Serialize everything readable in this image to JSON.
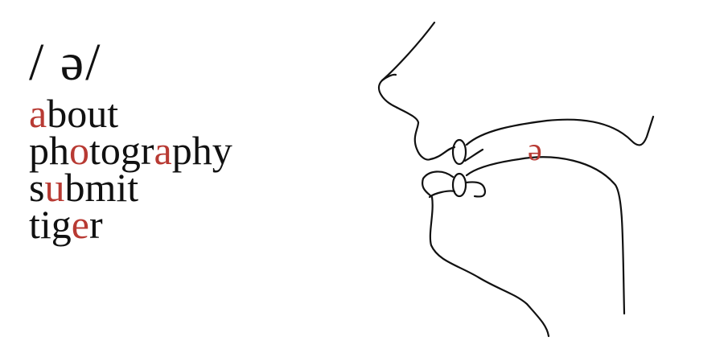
{
  "phoneme": "/ ə/",
  "words": [
    {
      "segments": [
        {
          "text": "a",
          "highlight": true
        },
        {
          "text": "bout",
          "highlight": false
        }
      ]
    },
    {
      "segments": [
        {
          "text": "ph",
          "highlight": false
        },
        {
          "text": "o",
          "highlight": true
        },
        {
          "text": "togr",
          "highlight": false
        },
        {
          "text": "a",
          "highlight": true
        },
        {
          "text": "phy",
          "highlight": false
        }
      ]
    },
    {
      "segments": [
        {
          "text": "s",
          "highlight": false
        },
        {
          "text": "u",
          "highlight": true
        },
        {
          "text": "bmit",
          "highlight": false
        }
      ]
    },
    {
      "segments": [
        {
          "text": "tig",
          "highlight": false
        },
        {
          "text": "e",
          "highlight": true
        },
        {
          "text": "r",
          "highlight": false
        }
      ]
    }
  ],
  "diagram": {
    "symbol": "ə",
    "accent_color": "#b83a33"
  }
}
